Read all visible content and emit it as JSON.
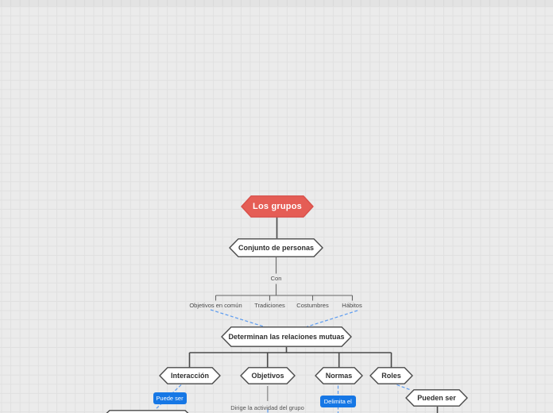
{
  "mindmap": {
    "root": "Los grupos",
    "definition": "Conjunto de personas",
    "connector_label": "Con",
    "attributes": [
      "Objetivos en común",
      "Tradiciones",
      "Costumbres",
      "Hábitos"
    ],
    "consequence": "Determinan las relaciones mutuas",
    "factors": [
      "Interacción",
      "Objetivos",
      "Normas",
      "Roles"
    ],
    "relation_labels": {
      "interaccion": "Puede ser",
      "objetivos": "Dirige la actividad del grupo",
      "normas": "Delimita el"
    },
    "roles_child": "Pueden ser"
  },
  "colors": {
    "canvas_bg": "#ebebeb",
    "grid_line": "#e0e0e0",
    "root_fill": "#e55d55",
    "root_border": "#d8504a",
    "node_fill": "#ffffff",
    "node_border": "#4a4a4a",
    "branch_line": "#4a4a4a",
    "relation_line": "#5b9bf0",
    "relation_badge": "#1677e5"
  }
}
